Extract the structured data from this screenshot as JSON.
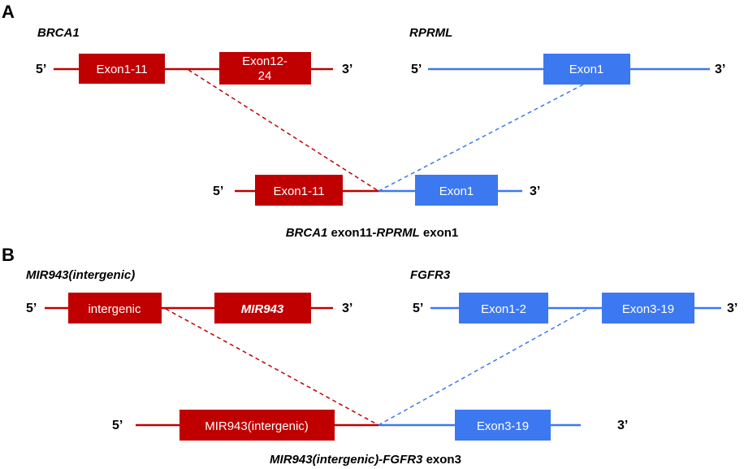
{
  "colors": {
    "red": "#c00000",
    "blue": "#3c78f0",
    "text": "#000000"
  },
  "panel_a": {
    "letter": "A",
    "gene1": {
      "name": "BRCA1",
      "prime5": "5’",
      "prime3": "3’",
      "exon1": "Exon1-11",
      "exon2_line1": "Exon12-",
      "exon2_line2": "24"
    },
    "gene2": {
      "name": "RPRML",
      "prime5": "5’",
      "prime3": "3’",
      "exon1": "Exon1"
    },
    "fusion": {
      "prime5": "5’",
      "prime3": "3’",
      "exon_red": "Exon1-11",
      "exon_blue": "Exon1"
    },
    "caption": {
      "part1": "BRCA1",
      "part2": " exon11-",
      "part3": "RPRML",
      "part4": " exon1"
    }
  },
  "panel_b": {
    "letter": "B",
    "gene1": {
      "name": "MIR943(intergenic)",
      "prime5": "5’",
      "prime3": "3’",
      "exon1": "intergenic",
      "exon2": "MIR943"
    },
    "gene2": {
      "name": "FGFR3",
      "prime5": "5’",
      "prime3": "3’",
      "exon1": "Exon1-2",
      "exon2": "Exon3-19"
    },
    "fusion": {
      "prime5": "5’",
      "prime3": "3’",
      "exon_red": "MIR943(intergenic)",
      "exon_blue": "Exon3-19"
    },
    "caption": {
      "part1": "MIR943(intergenic)-FGFR3",
      "part2": " exon3"
    }
  }
}
